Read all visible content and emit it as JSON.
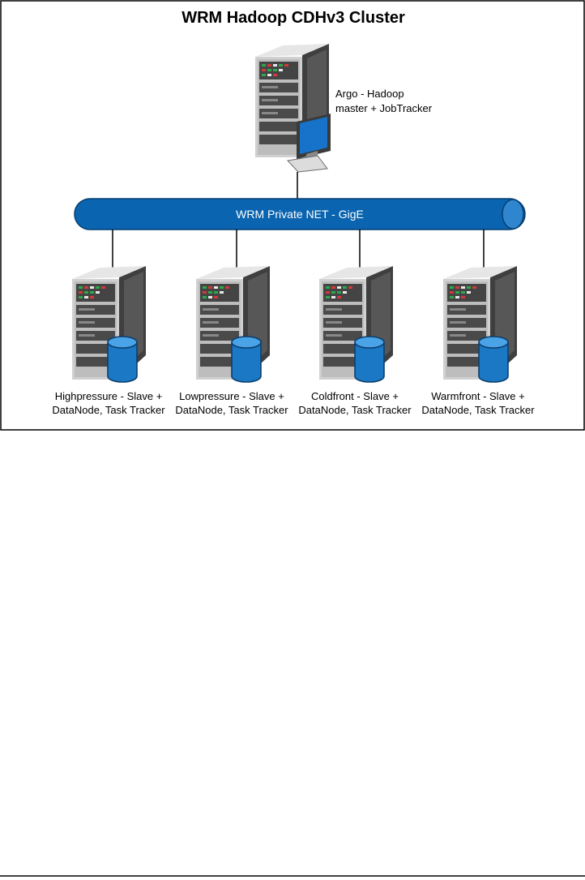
{
  "diagram": {
    "title": "WRM Hadoop CDHv3 Cluster",
    "master": {
      "label_line1": "Argo - Hadoop",
      "label_line2": "master + JobTracker"
    },
    "network": {
      "label": "WRM Private NET - GigE"
    },
    "slaves": [
      {
        "label_line1": "Highpressure - Slave +",
        "label_line2": "DataNode, Task Tracker"
      },
      {
        "label_line1": "Lowpressure - Slave +",
        "label_line2": "DataNode, Task Tracker"
      },
      {
        "label_line1": "Coldfront - Slave +",
        "label_line2": "DataNode, Task Tracker"
      },
      {
        "label_line1": "Warmfront - Slave +",
        "label_line2": "DataNode, Task Tracker"
      }
    ],
    "colors": {
      "bus_blue": "#0a64b0",
      "disk_blue": "#1d86d6",
      "server_dark": "#4a4a4a",
      "server_light": "#c4c4c4"
    }
  }
}
